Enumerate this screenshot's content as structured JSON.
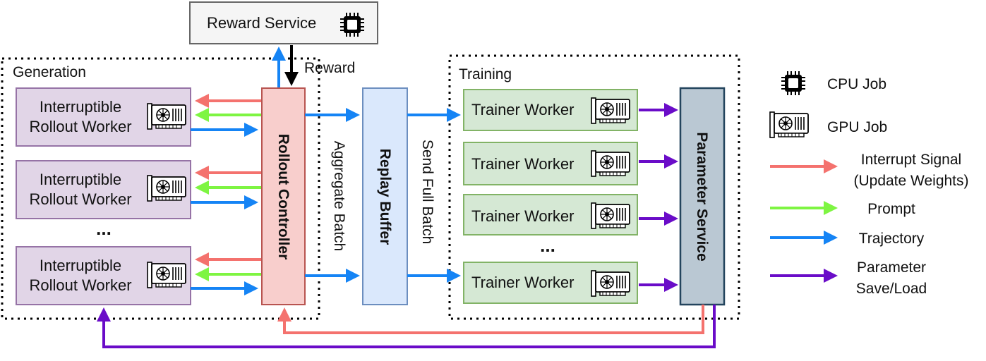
{
  "reward_service": {
    "label": "Reward Service",
    "reward_label": "Reward"
  },
  "generation": {
    "group_label": "Generation",
    "workers": [
      {
        "line1": "Interruptible",
        "line2": "Rollout Worker"
      },
      {
        "line1": "Interruptible",
        "line2": "Rollout Worker"
      },
      {
        "line1": "Interruptible",
        "line2": "Rollout Worker"
      }
    ],
    "ellipsis": "..."
  },
  "rollout_controller": {
    "label": "Rollout Controller"
  },
  "aggregate_batch": {
    "label": "Aggregate Batch"
  },
  "replay_buffer": {
    "label": "Replay Buffer"
  },
  "send_full_batch": {
    "label": "Send Full Batch"
  },
  "training": {
    "group_label": "Training",
    "workers": [
      {
        "label": "Trainer Worker"
      },
      {
        "label": "Trainer Worker"
      },
      {
        "label": "Trainer Worker"
      },
      {
        "label": "Trainer Worker"
      }
    ],
    "ellipsis": "..."
  },
  "parameter_service": {
    "label": "Parameter Service"
  },
  "legend": {
    "cpu_job": "CPU Job",
    "gpu_job": "GPU Job",
    "interrupt_1": "Interrupt Signal",
    "interrupt_2": "(Update Weights)",
    "prompt": "Prompt",
    "trajectory": "Trajectory",
    "parameter_1": "Parameter",
    "parameter_2": "Save/Load"
  },
  "colors": {
    "interrupt": "#f4726e",
    "prompt": "#7ef542",
    "trajectory": "#1584f5",
    "parameter": "#6a0cc8",
    "rollout_fill": "#f8cecc",
    "rollout_stroke": "#b85450",
    "worker_fill": "#e1d5e7",
    "worker_stroke": "#9673a6",
    "trainer_fill": "#d5e8d4",
    "trainer_stroke": "#82b366",
    "buffer_fill": "#dae8fc",
    "buffer_stroke": "#6c8ebf",
    "param_fill": "#bac8d3",
    "param_stroke": "#23445d"
  }
}
